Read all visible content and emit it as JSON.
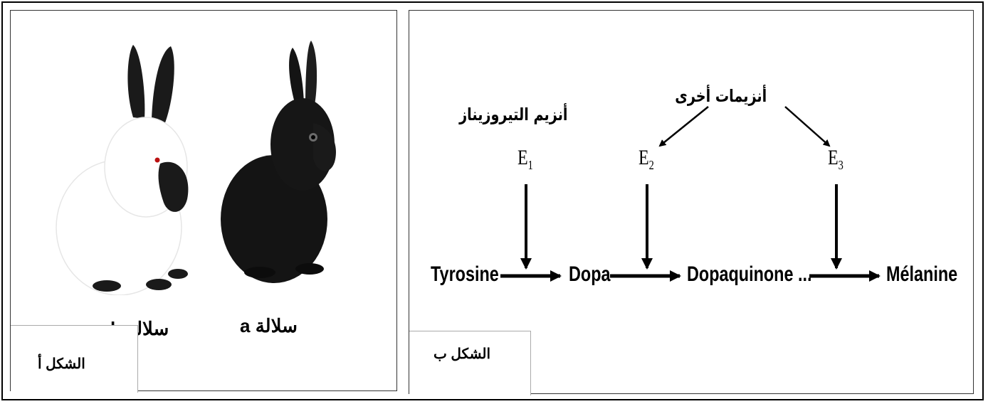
{
  "figure_a": {
    "breed_a_label": "سلالة",
    "breed_a_letter": "a",
    "breed_b_label": "سلالة",
    "breed_b_letter": "b",
    "caption": "الشكل أ",
    "colors": {
      "black_rabbit": "#141414",
      "white_rabbit": "#ffffff"
    }
  },
  "figure_b": {
    "caption": "الشكل ب",
    "compounds": [
      "Tyrosine",
      "Dopa",
      "Dopaquinone ...",
      "Mélanine"
    ],
    "enzyme_e1": {
      "letter": "E",
      "sub": "1",
      "label": "أنزيم التيروزيناز"
    },
    "enzyme_e2": {
      "letter": "E",
      "sub": "2"
    },
    "enzyme_e3": {
      "letter": "E",
      "sub": "3"
    },
    "other_enzymes_label": "أنزيمات أخرى"
  }
}
